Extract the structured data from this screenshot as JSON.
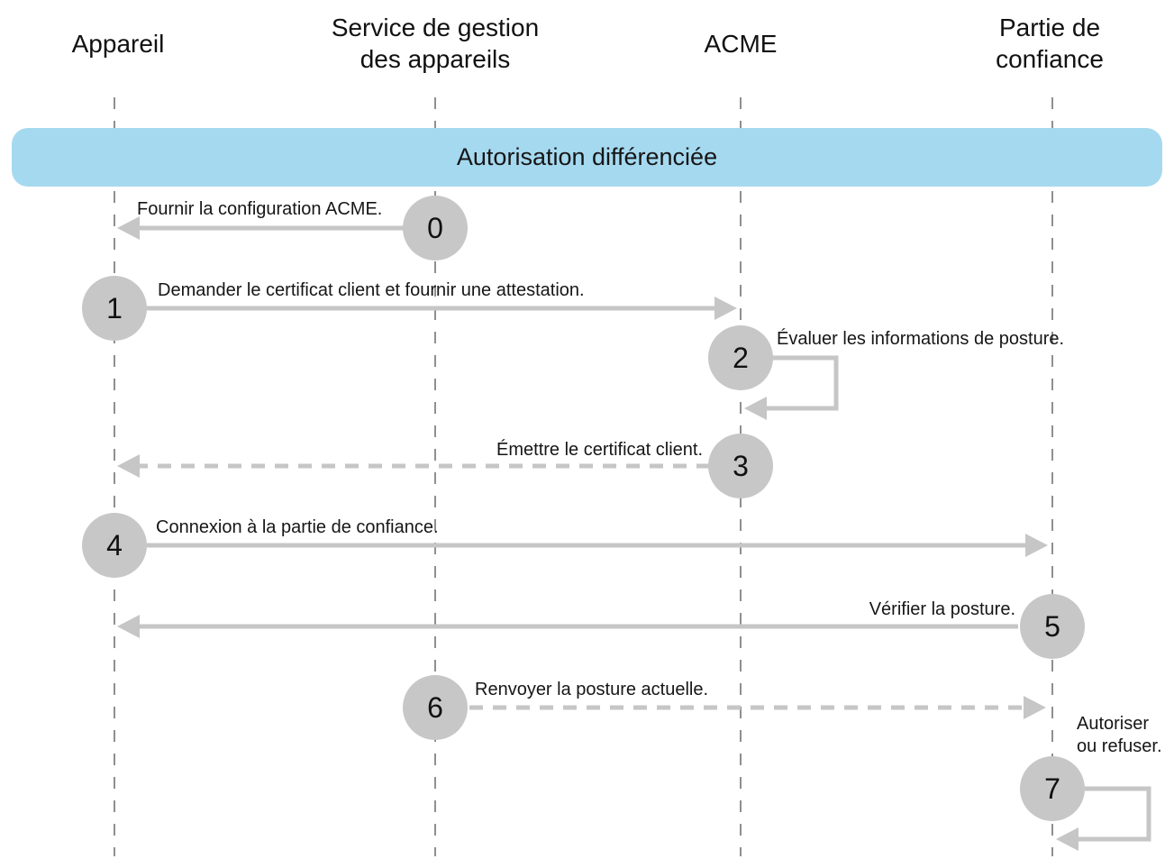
{
  "diagram": {
    "banner_title": "Autorisation différenciée",
    "actors": [
      {
        "name": "appareil",
        "label": "Appareil"
      },
      {
        "name": "service-gestion-appareils",
        "label": "Service de gestion\ndes appareils"
      },
      {
        "name": "acme",
        "label": "ACME"
      },
      {
        "name": "partie-confiance",
        "label": "Partie de\nconfiance"
      }
    ],
    "steps": [
      {
        "number": "0",
        "label": "Fournir la configuration ACME.",
        "from": "service-gestion-appareils",
        "to": "appareil",
        "line": "solid"
      },
      {
        "number": "1",
        "label": "Demander le certificat client et fournir une attestation.",
        "from": "appareil",
        "to": "acme",
        "line": "solid"
      },
      {
        "number": "2",
        "label": "Évaluer les informations de posture.",
        "from": "acme",
        "to": "acme",
        "line": "self-loop"
      },
      {
        "number": "3",
        "label": "Émettre le certificat client.",
        "from": "acme",
        "to": "appareil",
        "line": "dashed"
      },
      {
        "number": "4",
        "label": "Connexion à la partie de confiance.",
        "from": "appareil",
        "to": "partie-confiance",
        "line": "solid"
      },
      {
        "number": "5",
        "label": "Vérifier la posture.",
        "from": "partie-confiance",
        "to": "appareil",
        "line": "solid"
      },
      {
        "number": "6",
        "label": "Renvoyer la posture actuelle.",
        "from": "service-gestion-appareils",
        "to": "partie-confiance",
        "line": "dashed"
      },
      {
        "number": "7",
        "label": "Autoriser\nou refuser.",
        "from": "partie-confiance",
        "to": "partie-confiance",
        "line": "self-loop"
      }
    ],
    "colors": {
      "banner": "#a5d9f0",
      "circle": "#c7c7c7",
      "arrow": "#c6c6c6",
      "lifeline": "#8f8f8f",
      "text": "#161616"
    }
  }
}
